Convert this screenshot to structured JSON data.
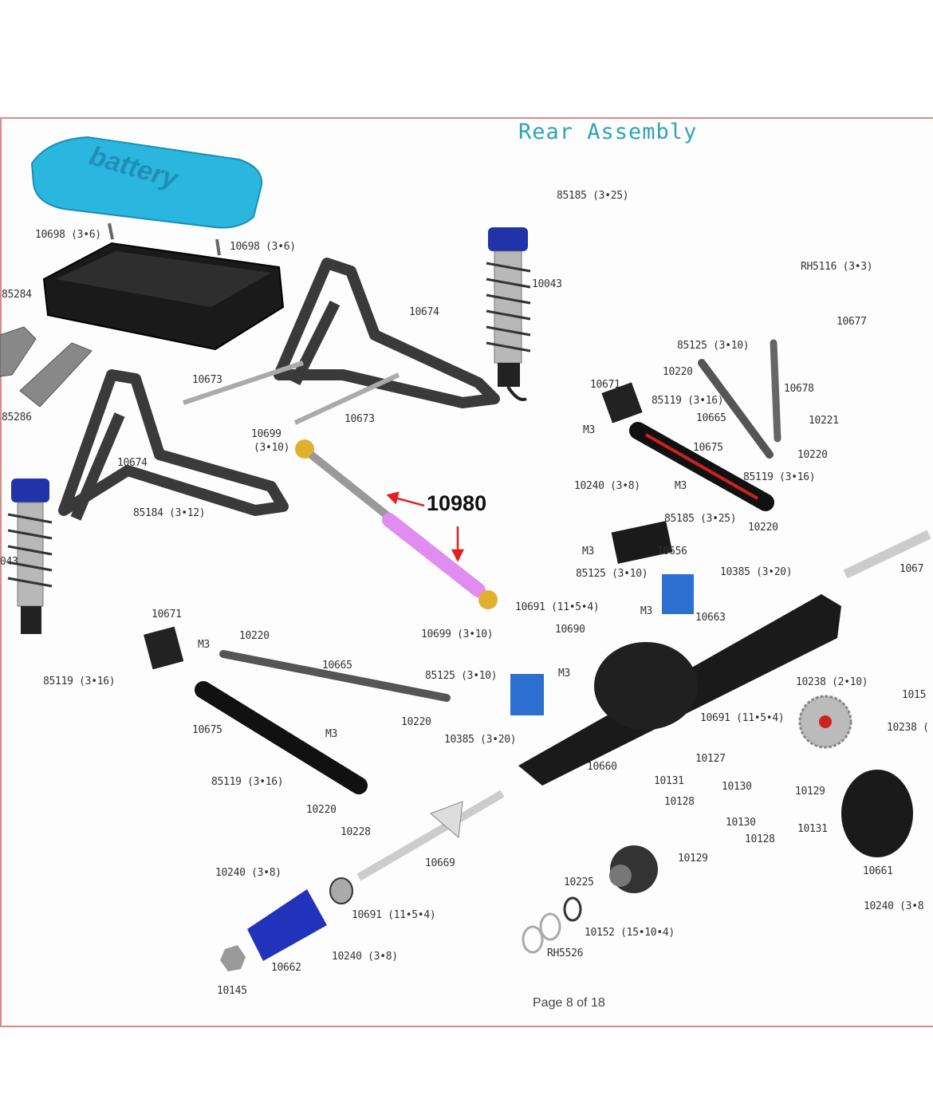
{
  "title": "Rear Assembly",
  "callout": "10980",
  "battery_text": "battery",
  "page_number": "Page 8 of 18",
  "colors": {
    "title": "#2fa3b8",
    "battery": "#2bb6e0",
    "shock_blue": "#2233aa",
    "highlight": "#e08cf0",
    "arrow": "#e02020",
    "frame": "#d98a8a"
  },
  "labels": [
    {
      "id": "l01",
      "text": "85185 (3•25)"
    },
    {
      "id": "l02",
      "text": "10698 (3•6)"
    },
    {
      "id": "l03",
      "text": "10698 (3•6)"
    },
    {
      "id": "l04",
      "text": "85284"
    },
    {
      "id": "l05",
      "text": "10043"
    },
    {
      "id": "l06",
      "text": "10674"
    },
    {
      "id": "l07",
      "text": "RH5116 (3•3)"
    },
    {
      "id": "l08",
      "text": "10677"
    },
    {
      "id": "l09",
      "text": "85125 (3•10)"
    },
    {
      "id": "l10",
      "text": "10673"
    },
    {
      "id": "l11",
      "text": "10220"
    },
    {
      "id": "l12",
      "text": "10671"
    },
    {
      "id": "l13",
      "text": "10678"
    },
    {
      "id": "l14",
      "text": "85119 (3•16)"
    },
    {
      "id": "l15",
      "text": "85286"
    },
    {
      "id": "l16",
      "text": "10673"
    },
    {
      "id": "l17",
      "text": "10665"
    },
    {
      "id": "l18",
      "text": "10221"
    },
    {
      "id": "l19",
      "text": "M3"
    },
    {
      "id": "l20",
      "text": "10699"
    },
    {
      "id": "l21",
      "text": "(3•10)"
    },
    {
      "id": "l22",
      "text": "10675"
    },
    {
      "id": "l23",
      "text": "10220"
    },
    {
      "id": "l24",
      "text": "10674"
    },
    {
      "id": "l25",
      "text": "85119 (3•16)"
    },
    {
      "id": "l26",
      "text": "10240 (3•8)"
    },
    {
      "id": "l27",
      "text": "M3"
    },
    {
      "id": "l28",
      "text": "85184 (3•12)"
    },
    {
      "id": "l29",
      "text": "85185 (3•25)"
    },
    {
      "id": "l30",
      "text": "10220"
    },
    {
      "id": "l31",
      "text": "M3"
    },
    {
      "id": "l32",
      "text": "10656"
    },
    {
      "id": "l33",
      "text": "043"
    },
    {
      "id": "l34",
      "text": "85125 (3•10)"
    },
    {
      "id": "l35",
      "text": "10385  (3•20)"
    },
    {
      "id": "l36",
      "text": "1067"
    },
    {
      "id": "l37",
      "text": "M3"
    },
    {
      "id": "l38",
      "text": "10663"
    },
    {
      "id": "l39",
      "text": "10671"
    },
    {
      "id": "l40",
      "text": "10691 (11•5•4)"
    },
    {
      "id": "l41",
      "text": "10220"
    },
    {
      "id": "l42",
      "text": "10699 (3•10)"
    },
    {
      "id": "l43",
      "text": "10690"
    },
    {
      "id": "l44",
      "text": "M3"
    },
    {
      "id": "l45",
      "text": "10665"
    },
    {
      "id": "l46",
      "text": "85125 (3•10)"
    },
    {
      "id": "l47",
      "text": "M3"
    },
    {
      "id": "l48",
      "text": "85119 (3•16)"
    },
    {
      "id": "l49",
      "text": "10238 (2•10)"
    },
    {
      "id": "l50",
      "text": "1015"
    },
    {
      "id": "l51",
      "text": "10220"
    },
    {
      "id": "l52",
      "text": "10675"
    },
    {
      "id": "l53",
      "text": "M3"
    },
    {
      "id": "l54",
      "text": "10691 (11•5•4)"
    },
    {
      "id": "l55",
      "text": "10238 ("
    },
    {
      "id": "l56",
      "text": "10385  (3•20)"
    },
    {
      "id": "l57",
      "text": "10127"
    },
    {
      "id": "l58",
      "text": "10660"
    },
    {
      "id": "l59",
      "text": "85119 (3•16)"
    },
    {
      "id": "l60",
      "text": "10131"
    },
    {
      "id": "l61",
      "text": "10130"
    },
    {
      "id": "l62",
      "text": "10129"
    },
    {
      "id": "l63",
      "text": "10128"
    },
    {
      "id": "l64",
      "text": "10220"
    },
    {
      "id": "l65",
      "text": "10130"
    },
    {
      "id": "l66",
      "text": "10131"
    },
    {
      "id": "l67",
      "text": "10228"
    },
    {
      "id": "l68",
      "text": "10128"
    },
    {
      "id": "l69",
      "text": "10129"
    },
    {
      "id": "l70",
      "text": "10669"
    },
    {
      "id": "l71",
      "text": "10661"
    },
    {
      "id": "l72",
      "text": "10240 (3•8)"
    },
    {
      "id": "l73",
      "text": "10225"
    },
    {
      "id": "l74",
      "text": "10240 (3•8"
    },
    {
      "id": "l75",
      "text": "10691 (11•5•4)"
    },
    {
      "id": "l76",
      "text": "10152 (15•10•4)"
    },
    {
      "id": "l77",
      "text": "10240 (3•8)"
    },
    {
      "id": "l78",
      "text": "RH5526"
    },
    {
      "id": "l79",
      "text": "10662"
    },
    {
      "id": "l80",
      "text": "10145"
    }
  ]
}
